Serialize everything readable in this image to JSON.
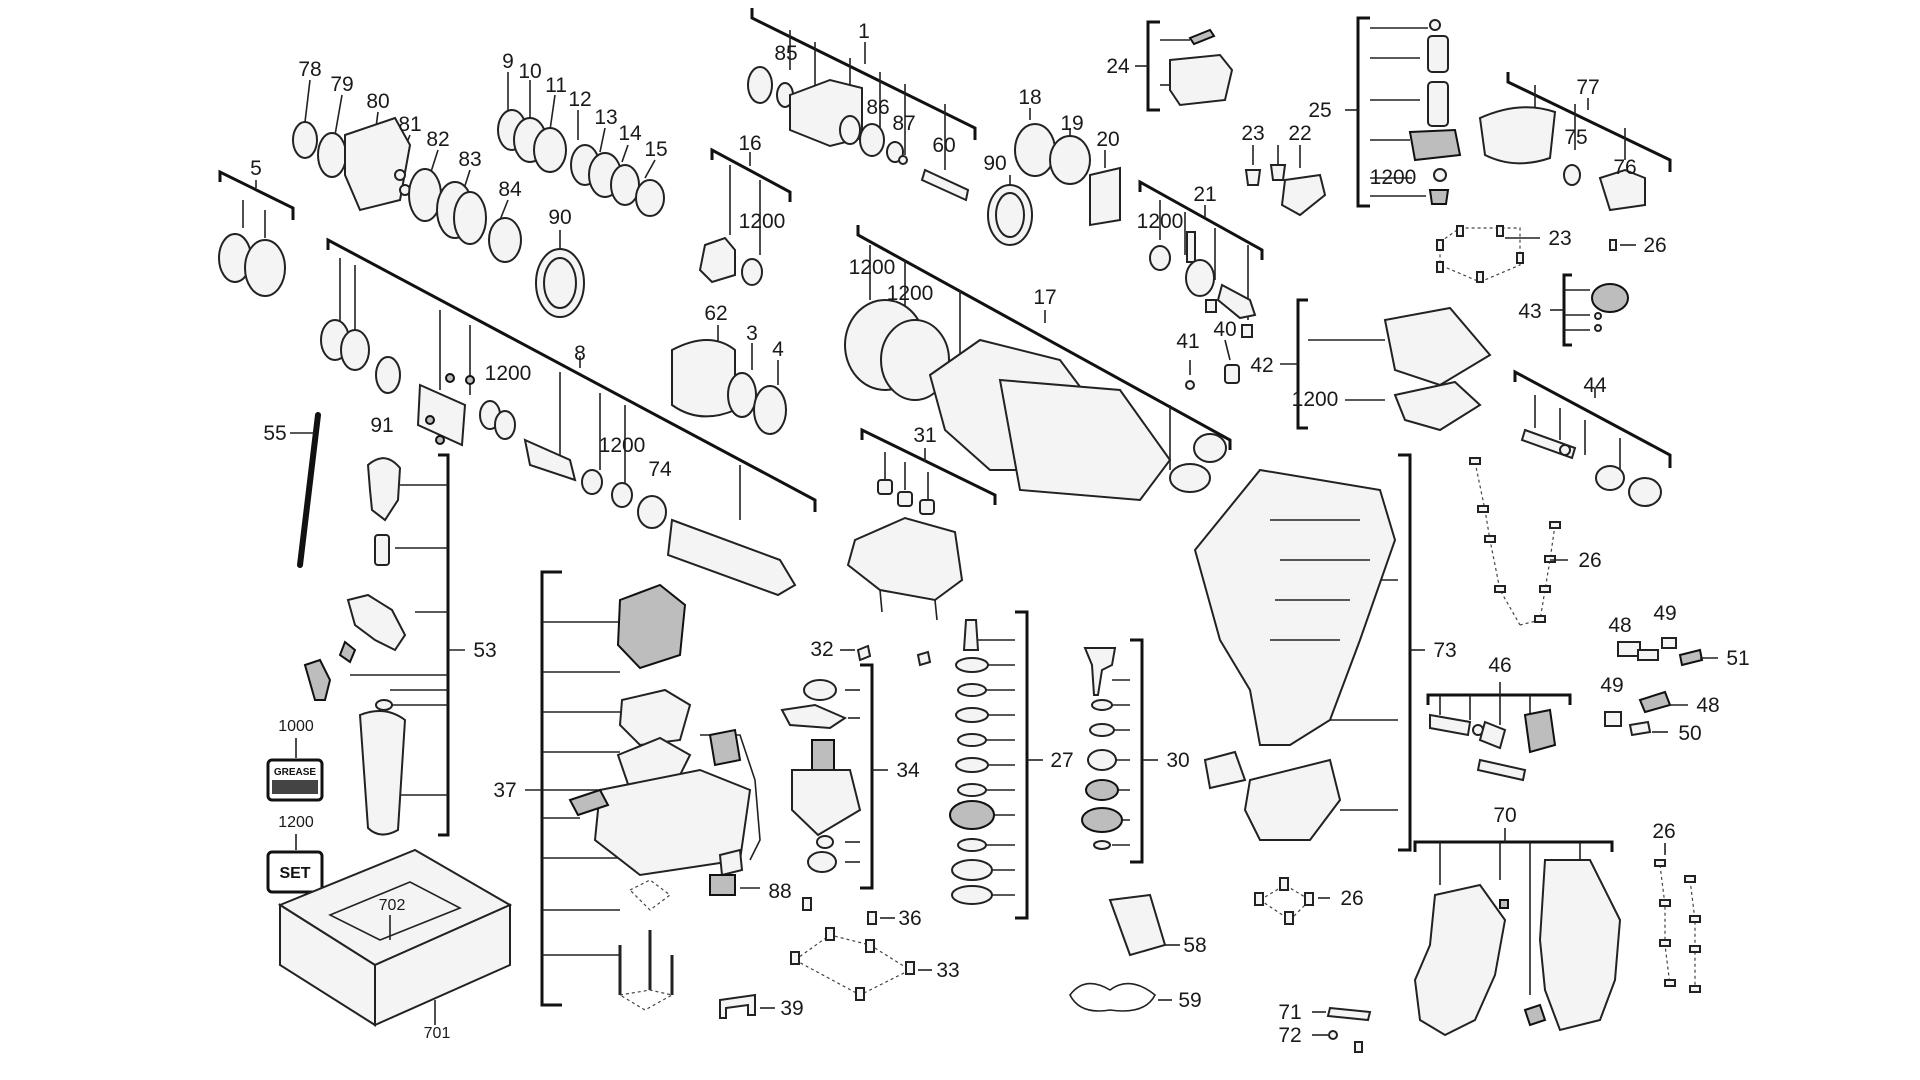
{
  "labels": {
    "l1": "1",
    "l85": "85",
    "l86": "86",
    "l87": "87",
    "l60": "60",
    "l90a": "90",
    "l18": "18",
    "l19": "19",
    "l20": "20",
    "l24": "24",
    "l23a": "23",
    "l22": "22",
    "l25": "25",
    "l1200a": "1200",
    "l77": "77",
    "l75": "75",
    "l76": "76",
    "l23b": "23",
    "l26a": "26",
    "l43": "43",
    "l78": "78",
    "l79": "79",
    "l80": "80",
    "l81": "81",
    "l82": "82",
    "l83": "83",
    "l84": "84",
    "l9": "9",
    "l10": "10",
    "l11": "11",
    "l12": "12",
    "l13": "13",
    "l14": "14",
    "l15": "15",
    "l90b": "90",
    "l5": "5",
    "l16": "16",
    "l1200b": "1200",
    "l62": "62",
    "l3": "3",
    "l4": "4",
    "l1200c": "1200",
    "l1200d": "1200",
    "l17": "17",
    "l21": "21",
    "l1200e": "1200",
    "l41": "41",
    "l40": "40",
    "l42": "42",
    "l1200f": "1200",
    "l44": "44",
    "l8": "8",
    "l1200g": "1200",
    "l91": "91",
    "l1200h": "1200",
    "l74": "74",
    "l55": "55",
    "l53": "53",
    "l31": "31",
    "l32": "32",
    "l34": "34",
    "l27": "27",
    "l30": "30",
    "l73": "73",
    "l26b": "26",
    "l48a": "48",
    "l49a": "49",
    "l51": "51",
    "l49b": "49",
    "l48b": "48",
    "l50": "50",
    "l46": "46",
    "l37": "37",
    "l88": "88",
    "l36": "36",
    "l33": "33",
    "l39": "39",
    "l1000": "1000",
    "l1200i": "1200",
    "l702": "702",
    "l701": "701",
    "l58": "58",
    "l59": "59",
    "l26c": "26",
    "l70": "70",
    "l26d": "26",
    "l71": "71",
    "l72": "72"
  },
  "tags": {
    "grease": "GREASE",
    "set": "SET"
  }
}
